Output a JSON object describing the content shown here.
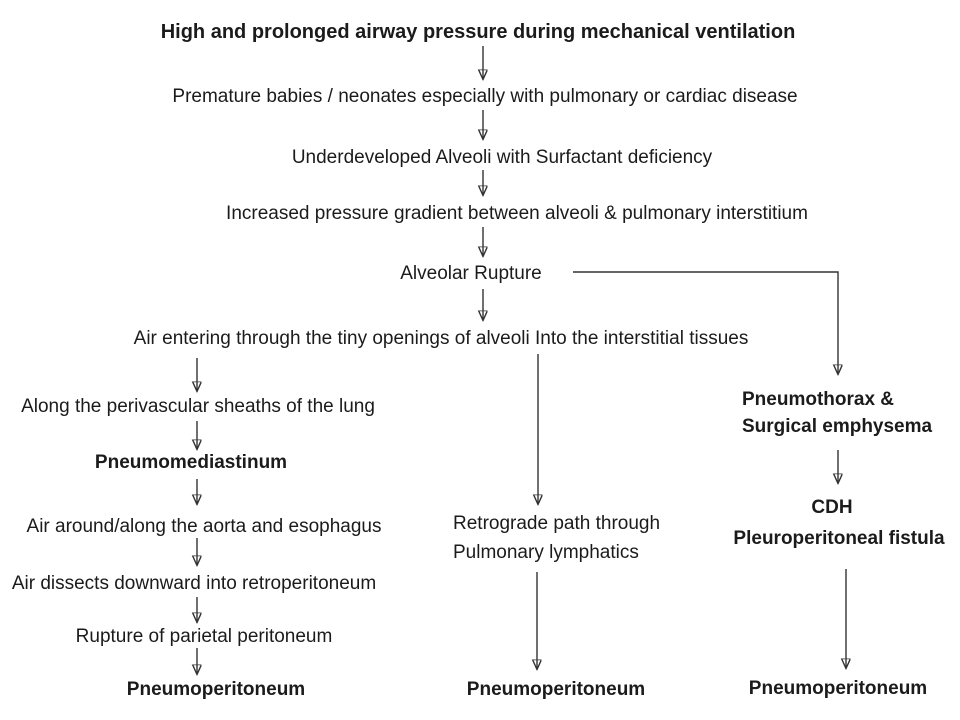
{
  "page": {
    "background_color": "#ffffff",
    "text_color": "#1b1b1b",
    "line_color": "#333333"
  },
  "flowchart": {
    "nodes": {
      "title": "High and prolonged airway pressure during mechanical ventilation",
      "premature": "Premature babies / neonates especially with pulmonary or cardiac disease",
      "underdeveloped": "Underdeveloped Alveoli with Surfactant deficiency",
      "pressure_gradient": "Increased pressure gradient between alveoli & pulmonary interstitium",
      "alveolar_rupture": "Alveolar Rupture",
      "air_entering": "Air entering through the tiny openings of alveoli Into the interstitial tissues",
      "perivascular": "Along the perivascular sheaths of the lung",
      "pneumomediastinum": "Pneumomediastinum",
      "aorta_esophagus": "Air around/along the aorta and esophagus",
      "retroperitoneum": "Air dissects downward into retroperitoneum",
      "parietal_rupture": "Rupture of parietal peritoneum",
      "pneumoperitoneum_left": "Pneumoperitoneum",
      "retrograde_line1": "Retrograde path through",
      "retrograde_line2": "Pulmonary lymphatics",
      "pneumoperitoneum_middle": "Pneumoperitoneum",
      "pneumothorax_line1": "Pneumothorax &",
      "pneumothorax_line2": "Surgical emphysema",
      "cdh": "CDH",
      "fistula": "Pleuroperitoneal fistula",
      "pneumoperitoneum_right": "Pneumoperitoneum"
    }
  }
}
